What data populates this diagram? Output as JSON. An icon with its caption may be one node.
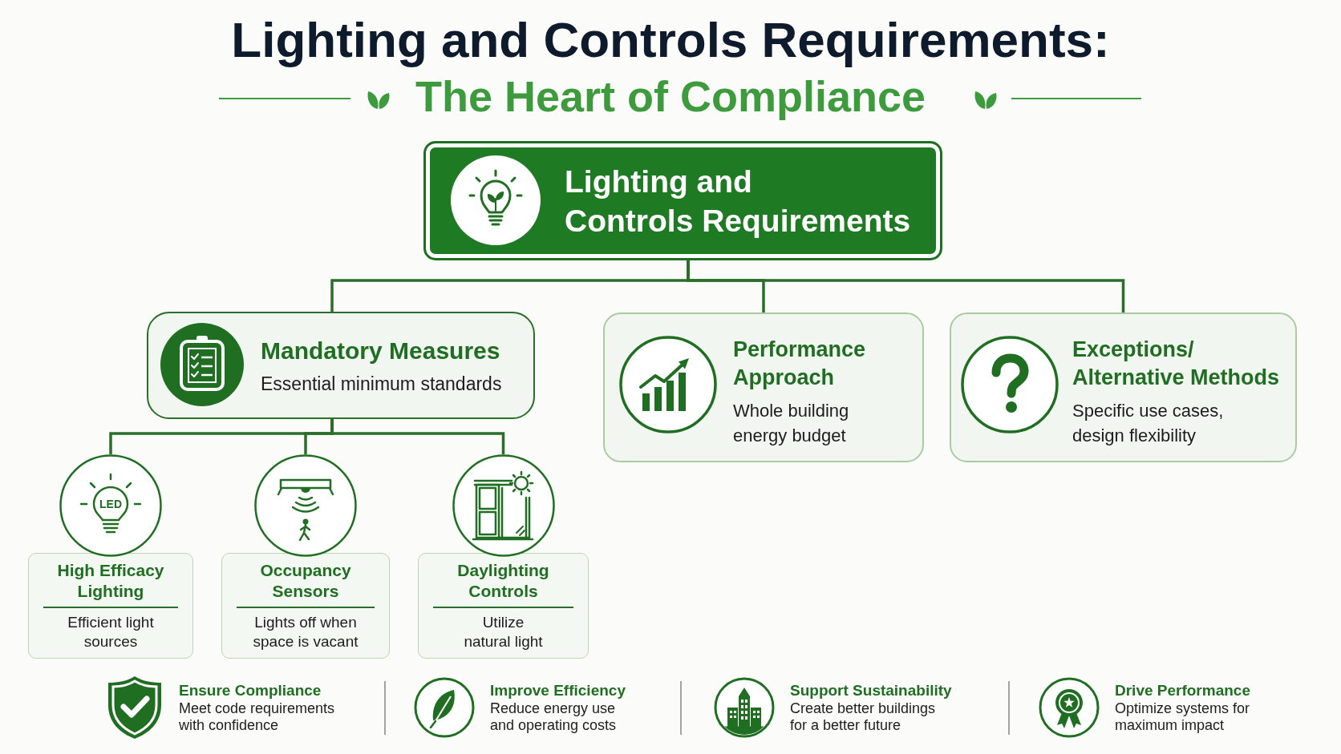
{
  "diagram": {
    "title": "Lighting and Controls Requirements:",
    "nodes": [
      {
        "text": [
          "Lighting and Controls Requirements"
        ]
      },
      {
        "text": [
          "Mandatory Measures",
          "Essential minimum standards"
        ]
      },
      {
        "text": [
          "Performance Approach",
          "Whole building energy budget"
        ]
      },
      {
        "text": [
          "Exceptions/ Alternative Methods",
          "Specific use cases, design flexibility"
        ]
      },
      {
        "text": [
          "High Efficacy Lighting",
          "Efficient light sources"
        ]
      },
      {
        "text": [
          "Occupancy Sensors",
          "Lights off when space is vacant"
        ]
      },
      {
        "text": [
          "Daylighting Controls",
          "Utilize natural light"
        ]
      }
    ],
    "edges": [
      {
        "from": 0,
        "to": 1,
        "arrow": "none"
      },
      {
        "from": 0,
        "to": 2,
        "arrow": "none"
      },
      {
        "from": 0,
        "to": 3,
        "arrow": "none"
      },
      {
        "from": 1,
        "to": 4,
        "arrow": "none"
      },
      {
        "from": 1,
        "to": 5,
        "arrow": "none"
      },
      {
        "from": 1,
        "to": 6,
        "arrow": "none"
      }
    ],
    "labels": [
      "The Heart of Compliance",
      "LED",
      "Ensure Compliance",
      "Meet code requirements with confidence",
      "Improve Efficiency",
      "Reduce energy use and operating costs",
      "Support Sustainability",
      "Create better buildings for a better future",
      "Drive Performance",
      "Optimize systems for maximum impact"
    ]
  }
}
